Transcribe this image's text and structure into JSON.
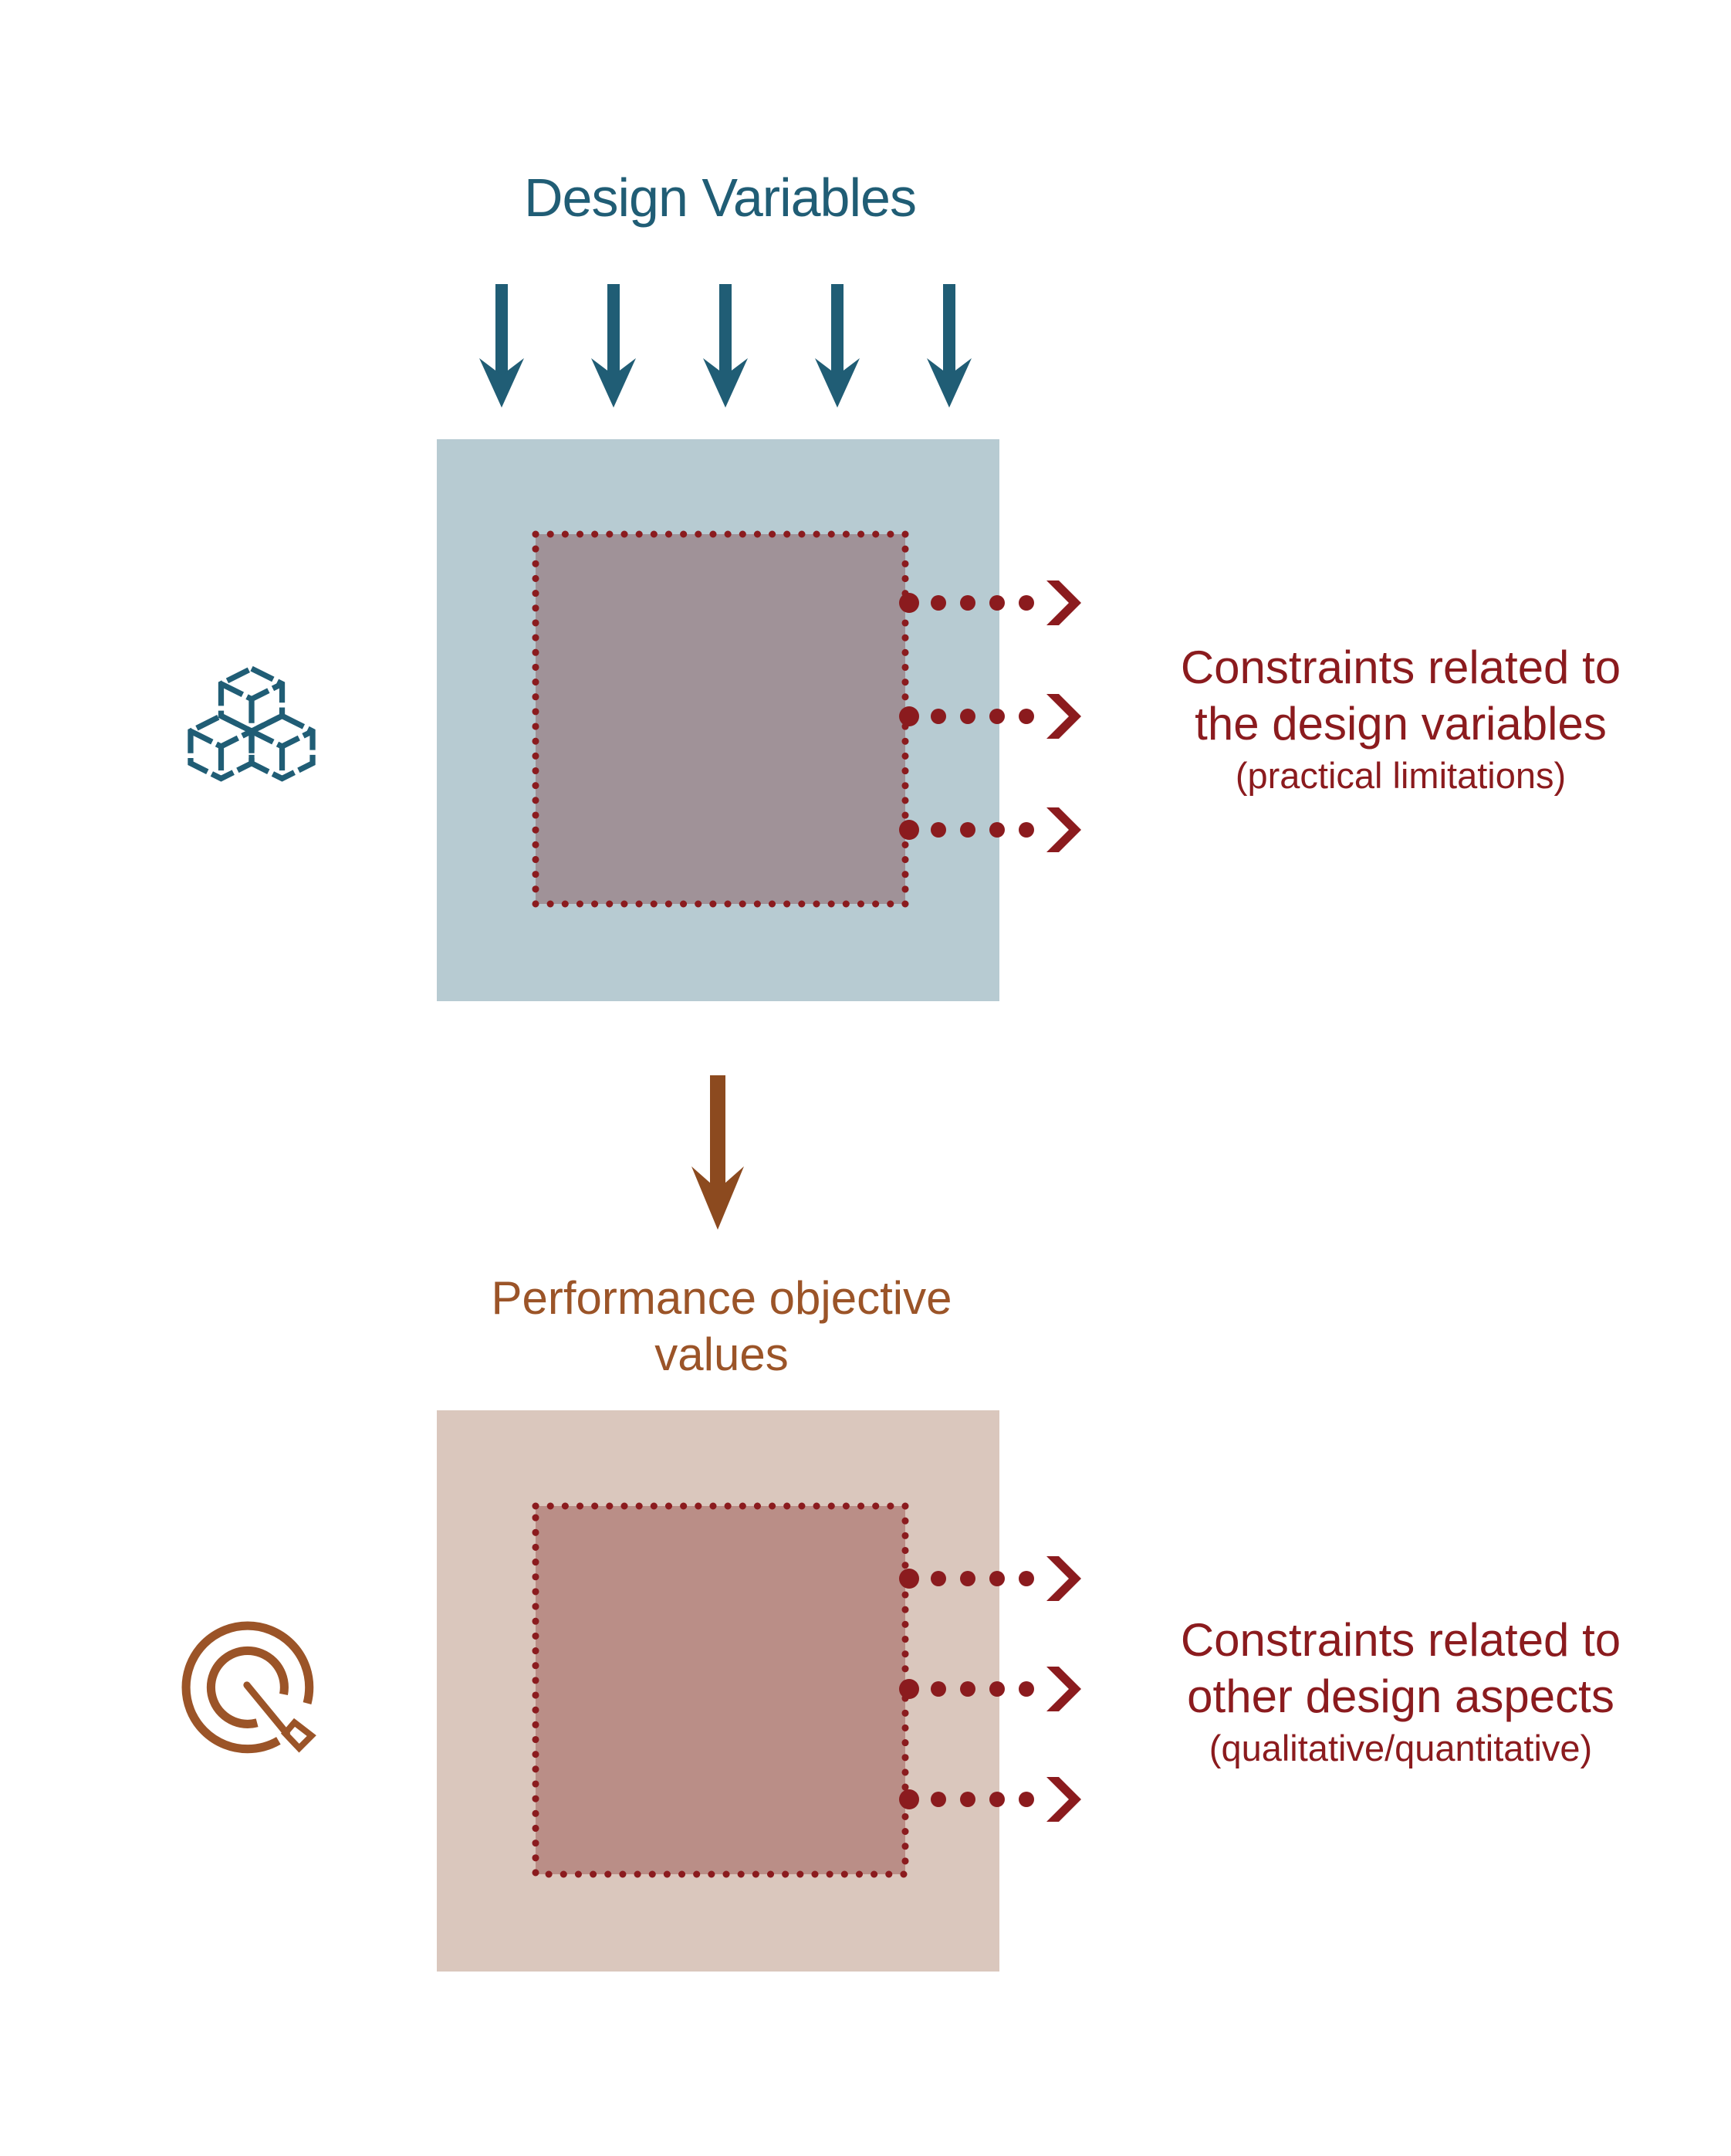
{
  "colors": {
    "background": "#ffffff",
    "teal": "#205d75",
    "maroon": "#8b1b1e",
    "brown": "#9b5428",
    "brown-dark": "#8c4a1f",
    "box-blue": "#b7cbd2",
    "inner-mauve": "#a09298",
    "box-tan": "#dac7bd",
    "inner-rose": "#ba8e87"
  },
  "top_section": {
    "title": "Design Variables",
    "icon": "cubes-icon",
    "constraints_label": {
      "line1": "Constraints related to",
      "line2": "the design variables",
      "line3": "(practical limitations)"
    }
  },
  "middle": {
    "flow_label_line1": "Performance objective",
    "flow_label_line2": "values"
  },
  "bottom_section": {
    "icon": "target-dart-icon",
    "constraints_label": {
      "line1": "Constraints related to",
      "line2": "other design aspects",
      "line3": "(qualitative/quantitative)"
    }
  }
}
